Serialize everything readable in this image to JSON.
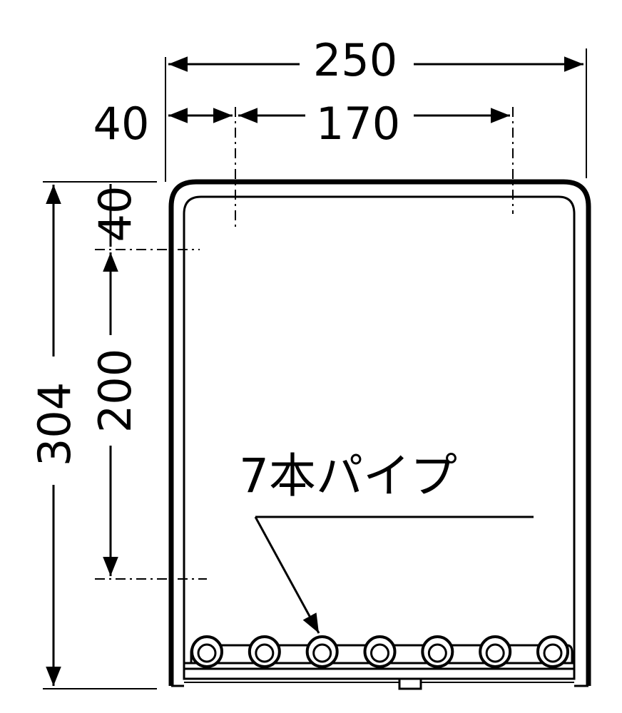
{
  "dimensions": {
    "overall_width": "250",
    "left_offset": "40",
    "pipe_span": "170",
    "top_offset": "40",
    "pipe_height": "200",
    "overall_height": "304"
  },
  "annotation": {
    "pipes_label": "7本パイプ"
  },
  "pipe_count": 7
}
